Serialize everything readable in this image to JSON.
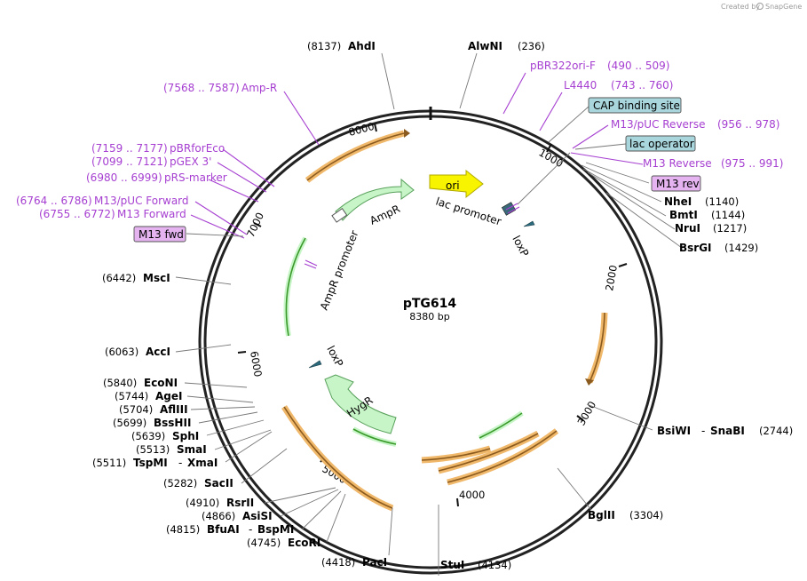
{
  "watermark": {
    "prefix": "Created by",
    "brand": "SnapGene"
  },
  "plasmid": {
    "name": "pTG614",
    "size": "8380 bp"
  },
  "ticks": [
    "1000",
    "2000",
    "3000",
    "4000",
    "5000",
    "6000",
    "7000",
    "8000"
  ],
  "sites": [
    {
      "name": "AhdI",
      "pos": "(8137)"
    },
    {
      "name": "AlwNI",
      "pos": "(236)"
    },
    {
      "name": "NheI",
      "pos": "(1140)"
    },
    {
      "name": "BmtI",
      "pos": "(1144)"
    },
    {
      "name": "NruI",
      "pos": "(1217)"
    },
    {
      "name": "BsrGI",
      "pos": "(1429)"
    },
    {
      "name": "BsiWI",
      "name2": "SnaBI",
      "pos": "(2744)"
    },
    {
      "name": "BglII",
      "pos": "(3304)"
    },
    {
      "name": "StuI",
      "pos": "(4134)"
    },
    {
      "name": "PacI",
      "pos": "(4418)"
    },
    {
      "name": "EcoRI",
      "pos": "(4745)"
    },
    {
      "name": "BfuAI",
      "name2": "BspMI",
      "pos": "(4815)"
    },
    {
      "name": "AsiSI",
      "pos": "(4866)"
    },
    {
      "name": "RsrII",
      "pos": "(4910)"
    },
    {
      "name": "SacII",
      "pos": "(5282)"
    },
    {
      "name": "TspMI",
      "name2": "XmaI",
      "pos": "(5511)"
    },
    {
      "name": "SmaI",
      "pos": "(5513)"
    },
    {
      "name": "SphI",
      "pos": "(5639)"
    },
    {
      "name": "BssHII",
      "pos": "(5699)"
    },
    {
      "name": "AflIII",
      "pos": "(5704)"
    },
    {
      "name": "AgeI",
      "pos": "(5744)"
    },
    {
      "name": "EcoNI",
      "pos": "(5840)"
    },
    {
      "name": "AccI",
      "pos": "(6063)"
    },
    {
      "name": "MscI",
      "pos": "(6442)"
    }
  ],
  "primers": [
    {
      "name": "pBR322ori-F",
      "range": "(490 .. 509)"
    },
    {
      "name": "L4440",
      "range": "(743 .. 760)"
    },
    {
      "name": "M13/pUC Reverse",
      "range": "(956 .. 978)"
    },
    {
      "name": "M13 Reverse",
      "range": "(975 .. 991)"
    },
    {
      "name": "Amp-R",
      "range": "(7568 .. 7587)"
    },
    {
      "name": "pBRforEco",
      "range": "(7159 .. 7177)"
    },
    {
      "name": "pGEX 3'",
      "range": "(7099 .. 7121)"
    },
    {
      "name": "pRS-marker",
      "range": "(6980 .. 6999)"
    },
    {
      "name": "M13/pUC Forward",
      "range": "(6764 .. 6786)"
    },
    {
      "name": "M13 Forward",
      "range": "(6755 .. 6772)"
    }
  ],
  "boxed_labels": [
    {
      "text": "CAP binding site",
      "fill": "#a9d6dc"
    },
    {
      "text": "lac operator",
      "fill": "#a9d6dc"
    },
    {
      "text": "M13 rev",
      "fill": "#e4b3f0"
    },
    {
      "text": "M13 fwd",
      "fill": "#e4b3f0"
    }
  ],
  "features": [
    "ori",
    "AmpR",
    "AmpR promoter",
    "lac promoter",
    "loxP",
    "loxP",
    "HygR"
  ],
  "colors": {
    "primer": "#a63fd1",
    "orf": "#f0b86a",
    "orf_inner": "#8a5a1e",
    "promoter_green": "#57b43a",
    "ori_yellow": "#f8f400",
    "ampr_fill": "#c8f5c8"
  }
}
